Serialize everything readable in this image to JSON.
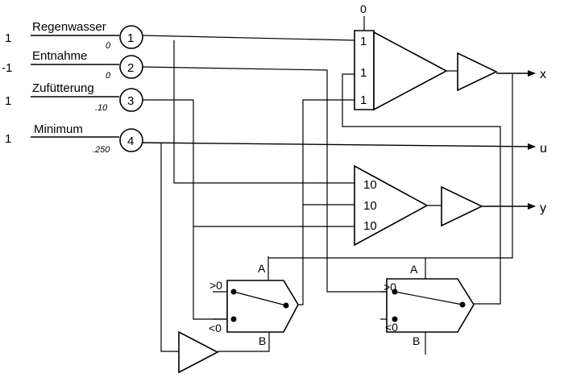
{
  "inputs": [
    {
      "value": "1",
      "name": "Regenwasser",
      "initial": "0",
      "number": "1"
    },
    {
      "value": "-1",
      "name": "Entnahme",
      "initial": "0",
      "number": "2"
    },
    {
      "value": "1",
      "name": "Zufütterung",
      "initial": ".10",
      "number": "3"
    },
    {
      "value": "1",
      "name": "Minimum",
      "initial": ".250",
      "number": "4"
    }
  ],
  "integrator": {
    "ic": "0",
    "weights": [
      "1",
      "1",
      "1"
    ]
  },
  "summer": {
    "weights": [
      "10",
      "10",
      "10"
    ]
  },
  "outputs": {
    "x": "x",
    "u": "u",
    "y": "y"
  },
  "comparators": [
    {
      "a": "A",
      "b": "B",
      "pos": ">0",
      "neg": "<0"
    },
    {
      "a": "A",
      "b": "B",
      "pos": ">0",
      "neg": "<0"
    }
  ],
  "icons": [
    "potentiometer-icon",
    "integrator-icon",
    "inverter-icon",
    "summer-icon",
    "comparator-switch-icon"
  ]
}
